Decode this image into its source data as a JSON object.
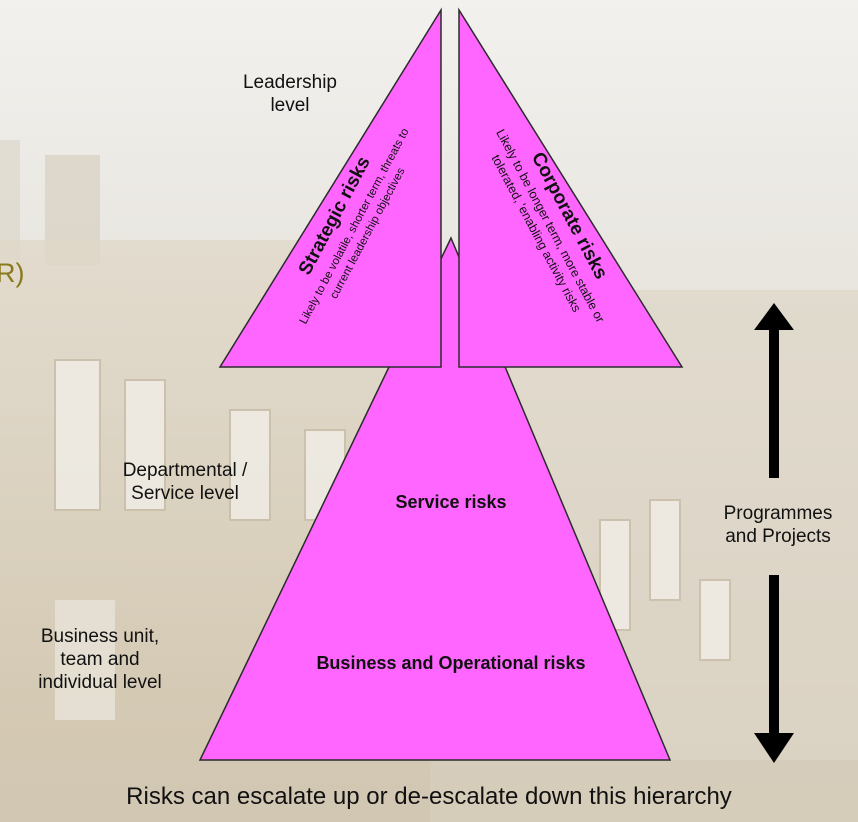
{
  "background_fragment": "R)",
  "levels": {
    "leadership": [
      "Leadership",
      "level"
    ],
    "departmental": [
      "Departmental /",
      "Service level"
    ],
    "business_unit": [
      "Business unit,",
      "team and",
      "individual level"
    ]
  },
  "strategic": {
    "title": "Strategic risks",
    "desc": [
      "Likely to be volatile, shorter term, threats to",
      "current leadership objectives"
    ]
  },
  "corporate": {
    "title": "Corporate risks",
    "desc": [
      "Likely to be longer term, more stable or",
      "tolerated, 'enabling activity risks"
    ]
  },
  "service_risks": "Service risks",
  "operational_risks": "Business and Operational risks",
  "programmes": [
    "Programmes",
    "and Projects"
  ],
  "caption": "Risks can escalate up or de-escalate down this hierarchy",
  "colors": {
    "triangle_fill": "#ff66ff",
    "triangle_stroke": "#2b2b2b",
    "arrow": "#000000"
  }
}
